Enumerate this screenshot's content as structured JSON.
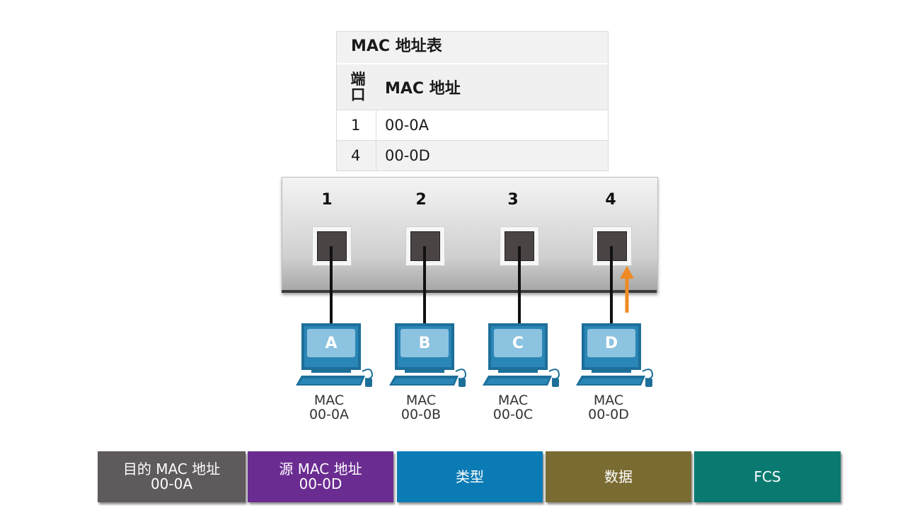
{
  "mac_table": {
    "title": "MAC 地址表",
    "port_header": "端口",
    "address_header": "MAC 地址",
    "rows": [
      {
        "port": "1",
        "address": "00-0A"
      },
      {
        "port": "4",
        "address": "00-0D"
      }
    ]
  },
  "switch": {
    "ports": [
      "1",
      "2",
      "3",
      "4"
    ]
  },
  "hosts": [
    {
      "letter": "A",
      "mac_label": "MAC",
      "mac": "00-0A"
    },
    {
      "letter": "B",
      "mac_label": "MAC",
      "mac": "00-0B"
    },
    {
      "letter": "C",
      "mac_label": "MAC",
      "mac": "00-0C"
    },
    {
      "letter": "D",
      "mac_label": "MAC",
      "mac": "00-0D"
    }
  ],
  "frame": {
    "fields": [
      {
        "line1": "目的 MAC 地址",
        "line2": "00-0A",
        "color": "#5f5a5b"
      },
      {
        "line1": "源 MAC 地址",
        "line2": "00-0D",
        "color": "#6b2c91"
      },
      {
        "line1": "类型",
        "line2": "",
        "color": "#0a7bb5"
      },
      {
        "line1": "数据",
        "line2": "",
        "color": "#7a6b32"
      },
      {
        "line1": "FCS",
        "line2": "",
        "color": "#0a7a70"
      }
    ]
  },
  "colors": {
    "arrow": "#f08a24",
    "pc_blue": "#1d6f9a",
    "pc_screen": "#8cc3e0"
  }
}
